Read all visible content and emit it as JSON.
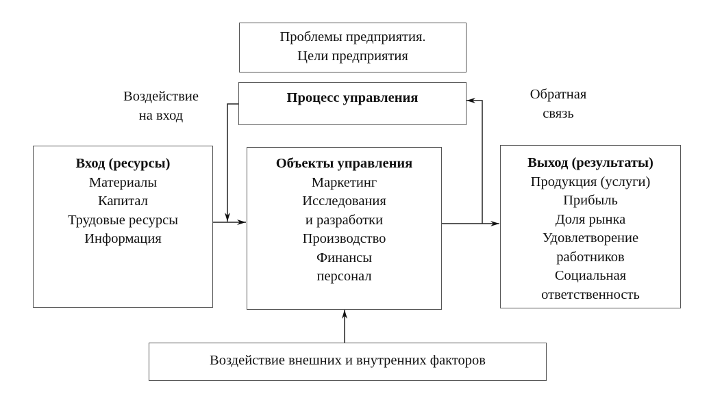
{
  "goals_box": {
    "lines": [
      "Проблемы предприятия.",
      "Цели предприятия"
    ]
  },
  "process_box": {
    "title": "Процесс управления"
  },
  "input_influence_label": {
    "lines": [
      "Воздействие",
      "на вход"
    ]
  },
  "feedback_label": {
    "lines": [
      "Обратная",
      "связь"
    ]
  },
  "input_box": {
    "title": "Вход (ресурсы)",
    "items": [
      "Материалы",
      "Капитал",
      "Трудовые ресурсы",
      "Информация"
    ]
  },
  "objects_box": {
    "title": "Объекты управления",
    "items": [
      "Маркетинг",
      "Исследования",
      "и разработки",
      "Производство",
      "Финансы",
      "персонал"
    ]
  },
  "output_box": {
    "title": "Выход (результаты)",
    "items": [
      "Продукция (услуги)",
      "Прибыль",
      "Доля рынка",
      "Удовлетворение",
      "работников",
      "Социальная",
      "ответственность"
    ]
  },
  "factors_box": {
    "text": "Воздействие внешних и внутренних факторов"
  }
}
